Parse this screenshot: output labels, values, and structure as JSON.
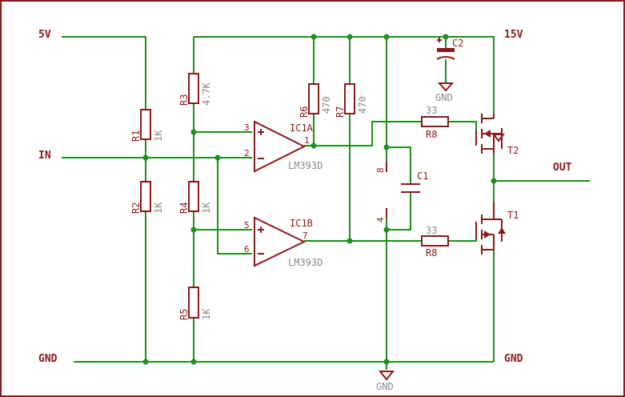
{
  "nets": {
    "v5": "5V",
    "v15": "15V",
    "input": "IN",
    "output": "OUT",
    "gnd_left": "GND",
    "gnd_right": "GND",
    "gnd_bottom": "GND",
    "gnd_c2": "GND"
  },
  "resistors": {
    "r1": {
      "name": "R1",
      "value": "1K"
    },
    "r2": {
      "name": "R2",
      "value": "1K"
    },
    "r3": {
      "name": "R3",
      "value": "4.7K"
    },
    "r4": {
      "name": "R4",
      "value": "1K"
    },
    "r5": {
      "name": "R5",
      "value": "1K"
    },
    "r6": {
      "name": "R6",
      "value": "470"
    },
    "r7": {
      "name": "R7",
      "value": "470"
    },
    "r8_top": {
      "name": "R8",
      "value": "33"
    },
    "r8_bottom": {
      "name": "R8",
      "value": "33"
    }
  },
  "opamps": {
    "ic1a": {
      "name": "IC1A",
      "part": "LM393D",
      "pin_plus": "3",
      "pin_minus": "2",
      "pin_out": "1"
    },
    "ic1b": {
      "name": "IC1B",
      "part": "LM393D",
      "pin_plus": "5",
      "pin_minus": "6",
      "pin_out": "7"
    }
  },
  "ic_power": {
    "pin_top": "8",
    "pin_bottom": "4"
  },
  "capacitors": {
    "c1": {
      "name": "C1"
    },
    "c2": {
      "name": "C2"
    }
  },
  "transistors": {
    "t1": {
      "name": "T1"
    },
    "t2": {
      "name": "T2"
    }
  },
  "colors": {
    "wire": "#1f8f1f",
    "component": "#8b1a1a",
    "value_text": "#8a8a8a",
    "background": "#ffffff"
  }
}
